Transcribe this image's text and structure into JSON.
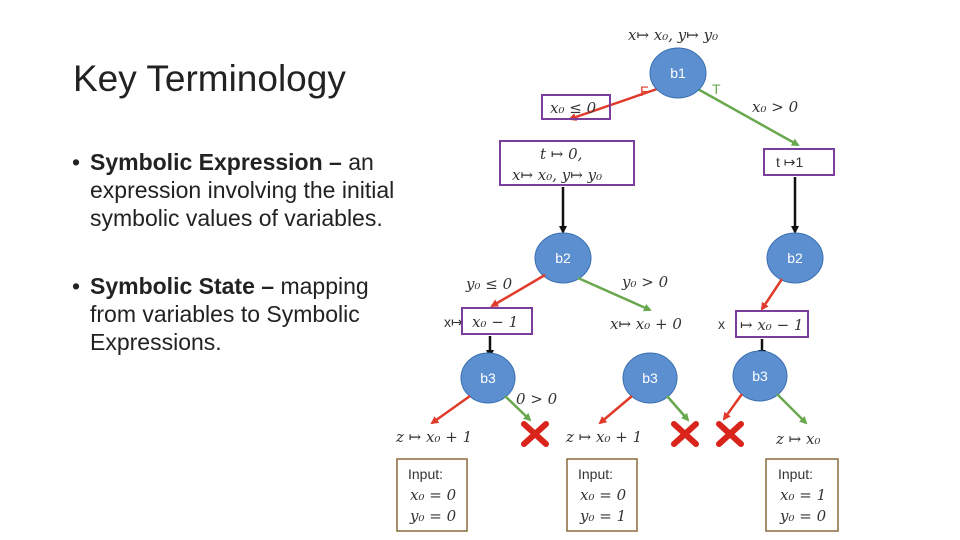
{
  "slide": {
    "title": "Key Terminology",
    "bullets": [
      {
        "term": "Symbolic Expression",
        "sep": " – ",
        "text": "an expression involving the initial symbolic values of variables."
      },
      {
        "term": "Symbolic State",
        "sep": " – ",
        "text": "mapping from variables to Symbolic Expressions."
      }
    ]
  },
  "diagram": {
    "colors": {
      "node": "#5b8fd0",
      "false_edge": "#e03b2b",
      "true_edge": "#6aa84f",
      "box": "#7a3e9d",
      "cross": "#d9241b"
    },
    "initial_state": "x↦ x₀, y↦ y₀",
    "nodes": {
      "b1": "b1",
      "b2_left": "b2",
      "b2_right": "b2",
      "b3_left": "b3",
      "b3_mid": "b3",
      "b3_right": "b3"
    },
    "edge_labels": {
      "false": "F",
      "true": "T"
    },
    "conditions": {
      "b1_false": "x₀ ≤ 0",
      "b1_true": "x₀ > 0",
      "b2_false": "y₀ ≤ 0",
      "b2_true": "y₀ > 0",
      "b3_cond": "0 > 0"
    },
    "states": {
      "left_t_line1": "t ↦ 0,",
      "left_t_line2": "x↦ x₀, y↦ y₀",
      "right_t": "t ↦1",
      "x_dec_left_prefix": "x↦",
      "x_dec_left_expr": "x₀ − 1",
      "x_mid": "x↦ x₀ + 0",
      "x_dec_right_prefix": "x",
      "x_dec_right_expr": "↦ x₀ − 1",
      "z_left": "z ↦ x₀ + 1",
      "z_mid": "z ↦ x₀ + 1",
      "z_right": "z ↦ x₀"
    },
    "inputs": [
      {
        "title": "Input:",
        "line1": "x₀ = 0",
        "line2": "y₀ = 0"
      },
      {
        "title": "Input:",
        "line1": "x₀ = 0",
        "line2": "y₀ = 1"
      },
      {
        "title": "Input:",
        "line1": "x₀ = 1",
        "line2": "y₀ = 0"
      }
    ]
  }
}
